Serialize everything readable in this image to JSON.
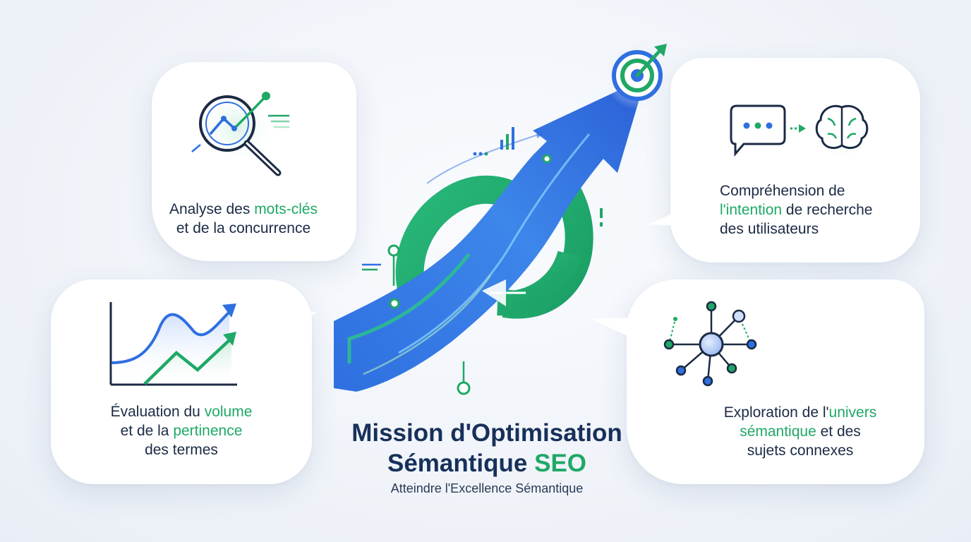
{
  "cards": {
    "keyword_analysis": {
      "line1_pre": "Analyse des ",
      "line1_hl": "mots-clés",
      "line2": "et de la concurrence",
      "icon": "magnifier-chart-icon"
    },
    "search_intent": {
      "line1": "Compréhension de",
      "line2_hl": "l'intention",
      "line2_post": " de recherche",
      "line3": "des utilisateurs",
      "icon": "chat-to-brain-icon"
    },
    "volume_relevance": {
      "line1_pre": "Évaluation du ",
      "line1_hl": "volume",
      "line2_pre": "et de la ",
      "line2_hl": "pertinence",
      "line3": "des termes",
      "icon": "trend-chart-icon"
    },
    "semantic_universe": {
      "line1_pre": "Exploration de l'",
      "line1_hl": "univers",
      "line2_hl": "sémantique",
      "line2_post": " et des",
      "line3": "sujets connexes",
      "icon": "network-nodes-icon"
    }
  },
  "title": {
    "line1": "Mission d'Optimisation",
    "line2_pre": "Sémantique ",
    "line2_hl": "SEO"
  },
  "subtitle": "Atteindre l'Excellence Sémantique",
  "colors": {
    "accent_green": "#1fa866",
    "accent_blue": "#2f6fe0",
    "title_navy": "#17305a"
  }
}
